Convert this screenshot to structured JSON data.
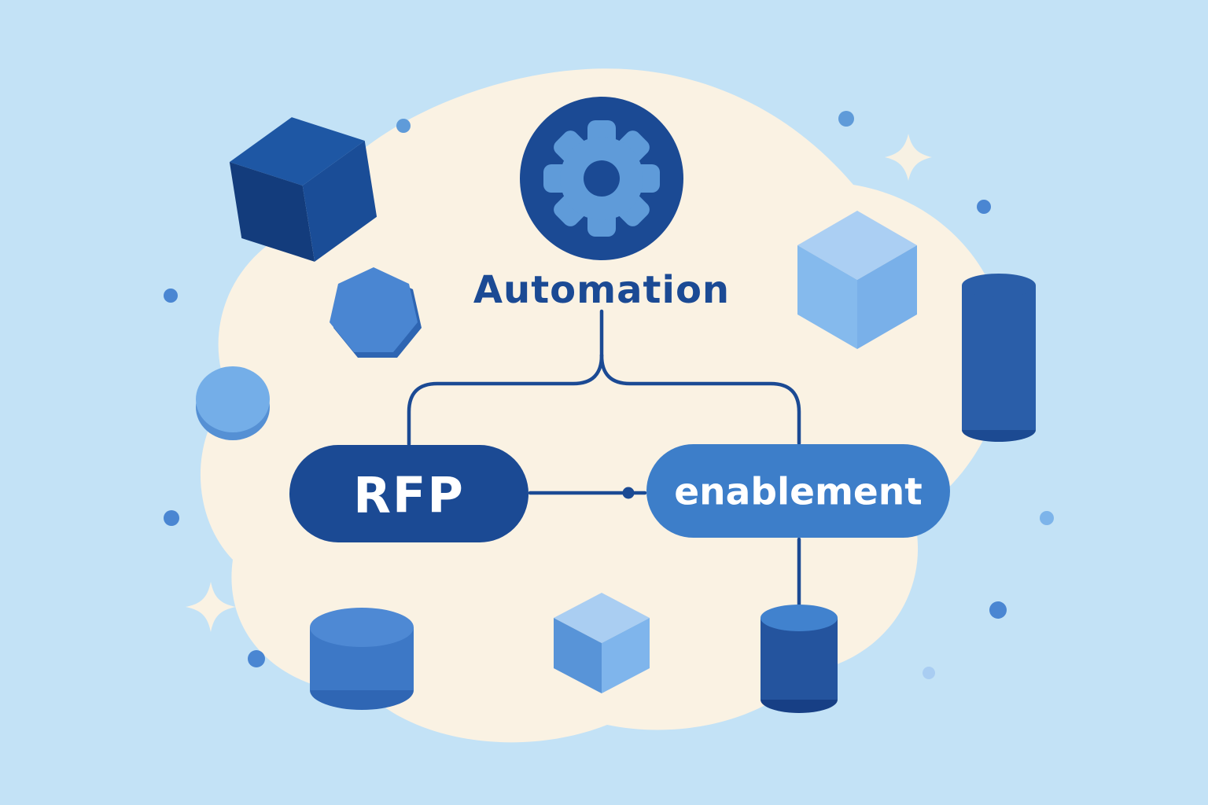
{
  "diagram": {
    "automation_label": "Automation",
    "rfp_label": "RFP",
    "enablement_label": "enablement"
  },
  "icons": {
    "gear": "gear-icon"
  },
  "colors": {
    "background": "#c3e2f6",
    "blob": "#faf2e3",
    "navy": "#1b4a94",
    "medium_blue": "#3d7ec9",
    "gear_blue": "#5f9bd9",
    "light_blue": "#a9cdf2",
    "text_on_pill": "#ffffff"
  }
}
